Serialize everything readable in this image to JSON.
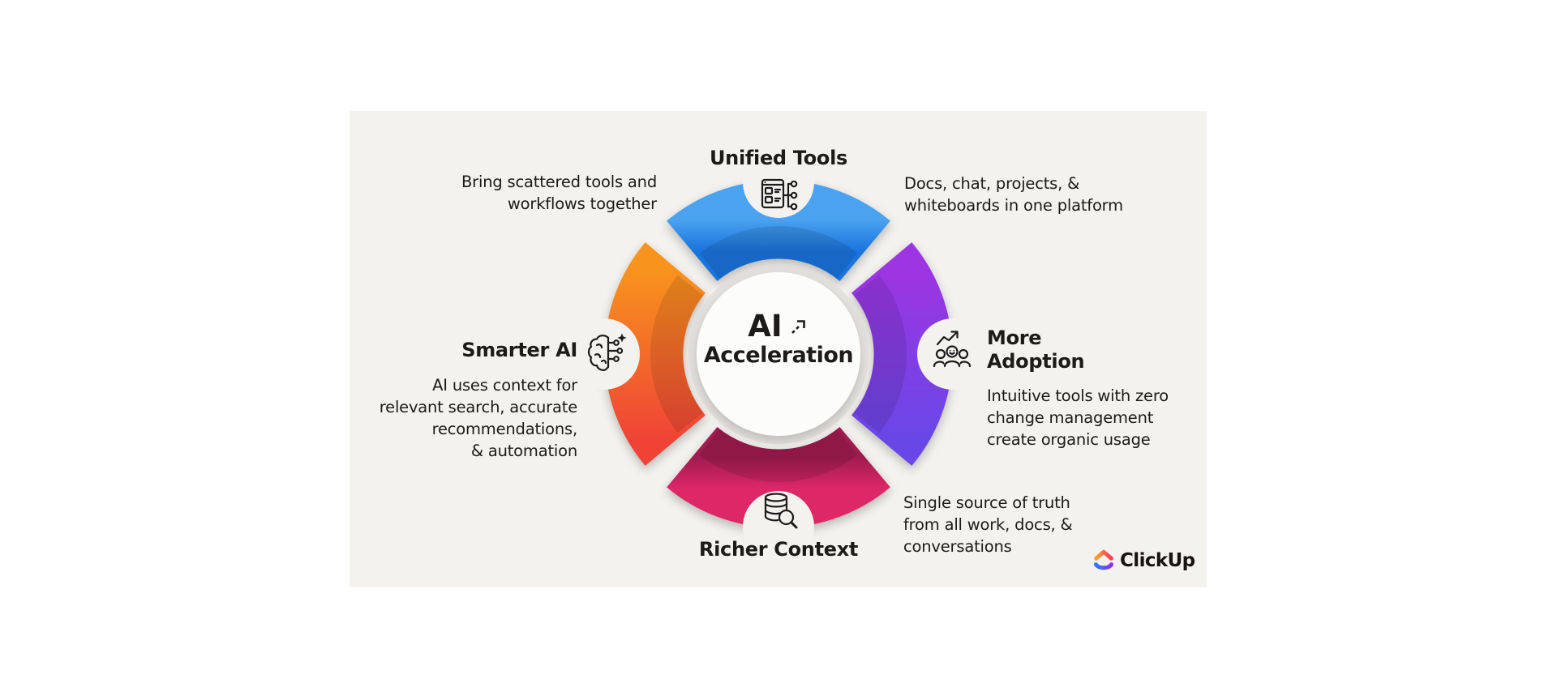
{
  "center": {
    "line1": "AI",
    "line2": "Acceleration",
    "arrow_icon": "diagonal-up-arrow"
  },
  "sections": {
    "unified": {
      "title": "Unified Tools",
      "icon": "window-flowchart-icon",
      "left_note_lines": [
        "Bring scattered tools and",
        "workflows together"
      ],
      "right_note_lines": [
        "Docs, chat, projects, &",
        "whiteboards in one platform"
      ],
      "color_start": "#4aa2f0",
      "color_end": "#1a74dd"
    },
    "adoption": {
      "title_lines": [
        "More",
        "Adoption"
      ],
      "icon": "growth-people-icon",
      "desc_lines": [
        "Intuitive tools with zero",
        "change management",
        "create organic usage"
      ],
      "color_start": "#9d35e2",
      "color_end": "#6847e6"
    },
    "richer": {
      "title": "Richer Context",
      "icon": "database-search-icon",
      "desc_lines": [
        "Single source of truth",
        "from all work, docs, &",
        "conversations"
      ],
      "color_start": "#dd2767",
      "color_end": "#a01b4f"
    },
    "smarter": {
      "title": "Smarter AI",
      "icon": "brain-circuit-icon",
      "desc_lines": [
        "AI uses context for",
        "relevant search, accurate",
        "recommendations,",
        "& automation"
      ],
      "color_start": "#f8941d",
      "color_end": "#ef4336"
    }
  },
  "branding": {
    "name": "ClickUp"
  },
  "colors": {
    "panel_bg": "#f3f2ef",
    "text": "#1d1b19",
    "center_circle": "#fcfcfa",
    "logo_chevron_start": "#ffa02e",
    "logo_chevron_end": "#f93c5f",
    "logo_smile_start": "#2b7df8",
    "logo_smile_end": "#8f32e8"
  }
}
